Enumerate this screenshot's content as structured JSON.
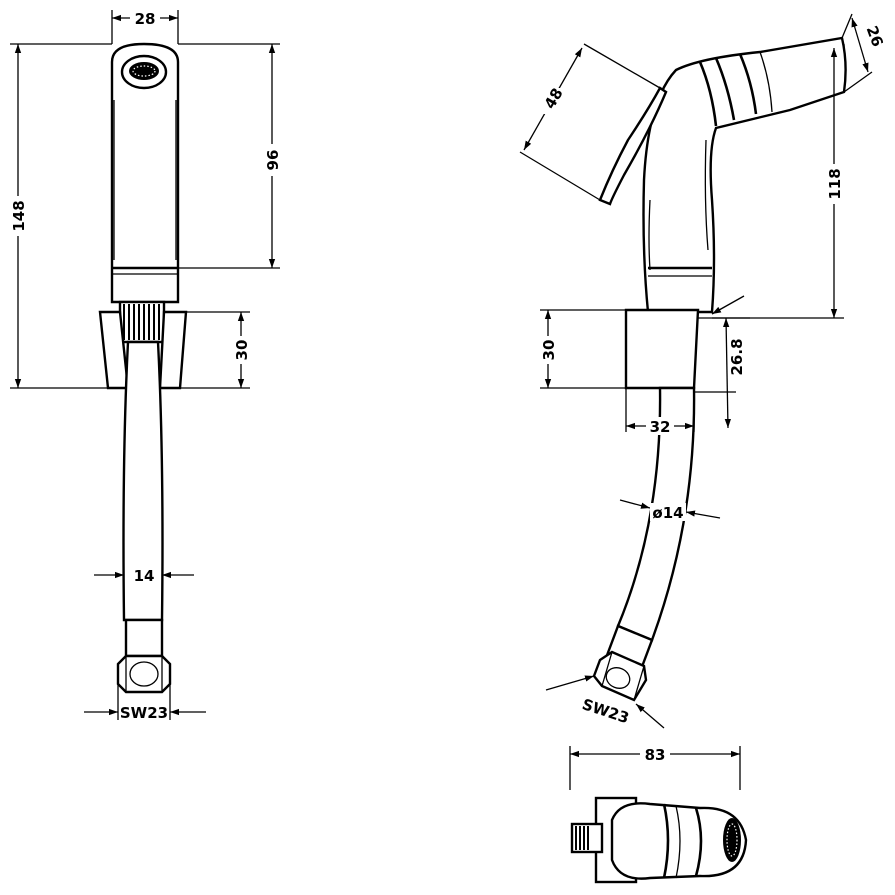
{
  "colors": {
    "line": "#000000",
    "background": "#ffffff"
  },
  "front_view": {
    "dims": {
      "top_width": "28",
      "total_height": "148",
      "head_height": "96",
      "holder_height": "30",
      "hose_width": "14",
      "nut_size": "SW23"
    }
  },
  "side_view": {
    "dims": {
      "lever_length": "48",
      "nozzle_diameter": "26",
      "body_height": "118",
      "holder_height": "30",
      "holder_depth": "26.8",
      "holder_width": "32",
      "hose_diameter": "ø14",
      "nut_size": "SW23"
    }
  },
  "top_view": {
    "dims": {
      "length": "83"
    }
  }
}
